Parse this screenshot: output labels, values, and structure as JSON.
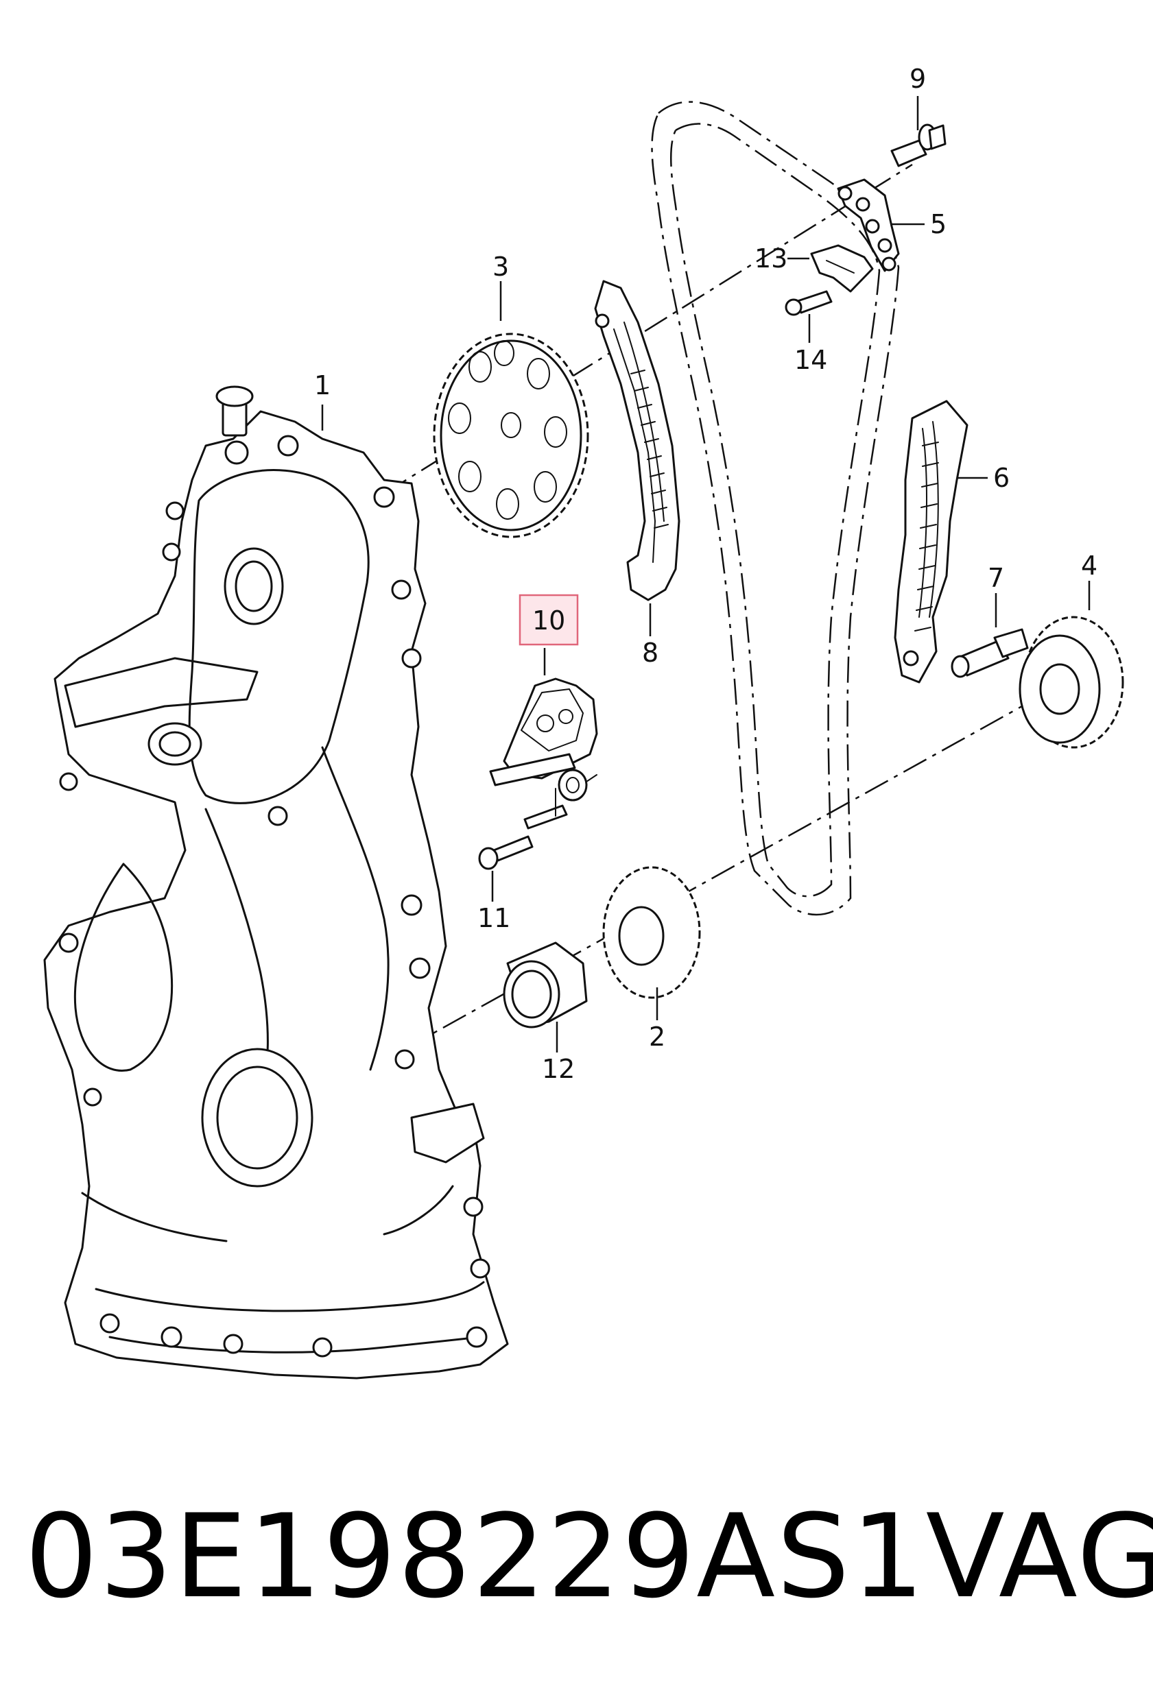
{
  "callouts": {
    "c1": "1",
    "c2": "2",
    "c3": "3",
    "c4": "4",
    "c5": "5",
    "c6": "6",
    "c7": "7",
    "c8": "8",
    "c9": "9",
    "c10": "10",
    "c11": "11",
    "c12": "12",
    "c13": "13",
    "c14": "14"
  },
  "highlight": {
    "callout": "10",
    "box_fill": "#fde6ea",
    "box_stroke": "#e0667a"
  },
  "footer": {
    "part_number": "03E198229AS1",
    "brand": "VAG"
  }
}
